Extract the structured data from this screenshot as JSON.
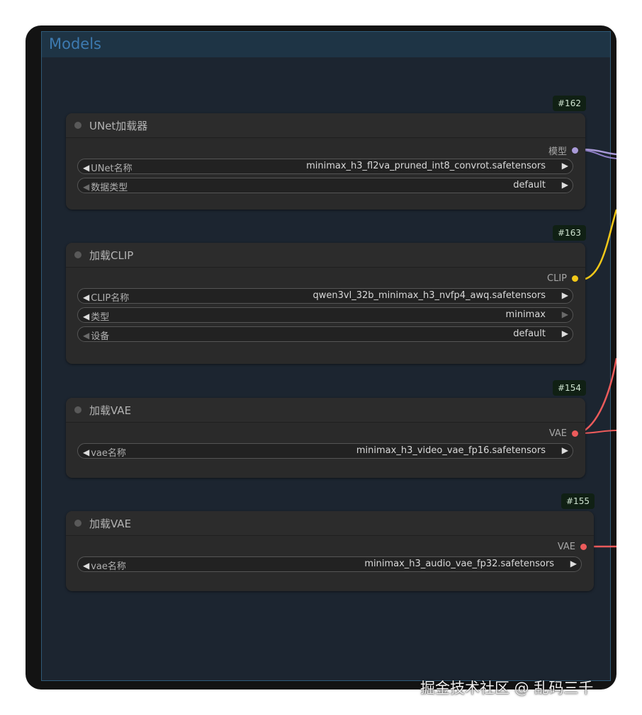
{
  "group": {
    "title": "Models"
  },
  "nodes": [
    {
      "id": "#162",
      "title": "UNet加载器",
      "output": {
        "label": "模型",
        "color": "#a99ad8"
      },
      "widgets": [
        {
          "label": "UNet名称",
          "value": "minimax_h3_fl2va_pruned_int8_convrot.safetensors"
        },
        {
          "label": "数据类型",
          "value": "default"
        }
      ]
    },
    {
      "id": "#163",
      "title": "加载CLIP",
      "output": {
        "label": "CLIP",
        "color": "#f2c819"
      },
      "widgets": [
        {
          "label": "CLIP名称",
          "value": "qwen3vl_32b_minimax_h3_nvfp4_awq.safetensors"
        },
        {
          "label": "类型",
          "value": "minimax"
        },
        {
          "label": "设备",
          "value": "default"
        }
      ]
    },
    {
      "id": "#154",
      "title": "加载VAE",
      "output": {
        "label": "VAE",
        "color": "#ec5b5b"
      },
      "widgets": [
        {
          "label": "vae名称",
          "value": "minimax_h3_video_vae_fp16.safetensors"
        }
      ]
    },
    {
      "id": "#155",
      "title": "加载VAE",
      "output": {
        "label": "VAE",
        "color": "#ec5b5b"
      },
      "widgets": [
        {
          "label": "vae名称",
          "value": "minimax_h3_audio_vae_fp32.safetensors"
        }
      ]
    }
  ],
  "icons": {
    "prev": "◀",
    "next": "▶"
  },
  "watermark": "掘金技术社区 @ 乱码三千"
}
